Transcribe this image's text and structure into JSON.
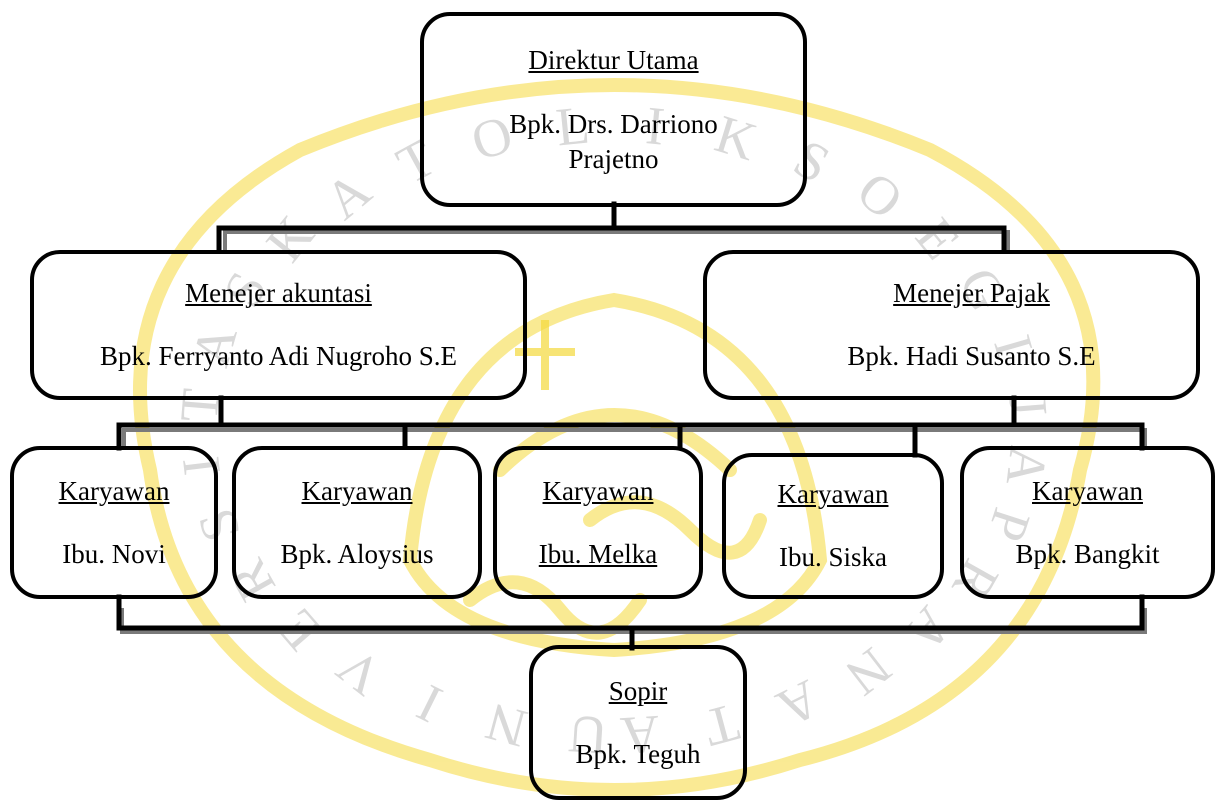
{
  "colors": {
    "watermark": "#f5d93c",
    "stroke": "#000000"
  },
  "watermark_letters": [
    "U",
    "N",
    "I",
    "V",
    "E",
    "R",
    "S",
    "I",
    "T",
    "A",
    "S",
    "K",
    "A",
    "T",
    "O",
    "L",
    "I",
    "K",
    "S",
    "O",
    "E",
    "G",
    "I",
    "J",
    "A",
    "P",
    "R",
    "A",
    "N",
    "A",
    "T",
    "A"
  ],
  "chart": {
    "director": {
      "role": "Direktur Utama",
      "name": "Bpk. Drs. Darriono Prajetno"
    },
    "managers": [
      {
        "role": "Menejer akuntasi",
        "name": "Bpk. Ferryanto Adi Nugroho S.E"
      },
      {
        "role": "Menejer Pajak",
        "name": "Bpk. Hadi Susanto S.E"
      }
    ],
    "employees": [
      {
        "role": "Karyawan",
        "name": "Ibu. Novi"
      },
      {
        "role": "Karyawan",
        "name": "Bpk. Aloysius"
      },
      {
        "role": "Karyawan",
        "name": "Ibu. Melka"
      },
      {
        "role": "Karyawan",
        "name": "Ibu. Siska"
      },
      {
        "role": "Karyawan",
        "name": "Bpk. Bangkit"
      }
    ],
    "driver": {
      "role": "Sopir",
      "name": "Bpk. Teguh"
    }
  }
}
